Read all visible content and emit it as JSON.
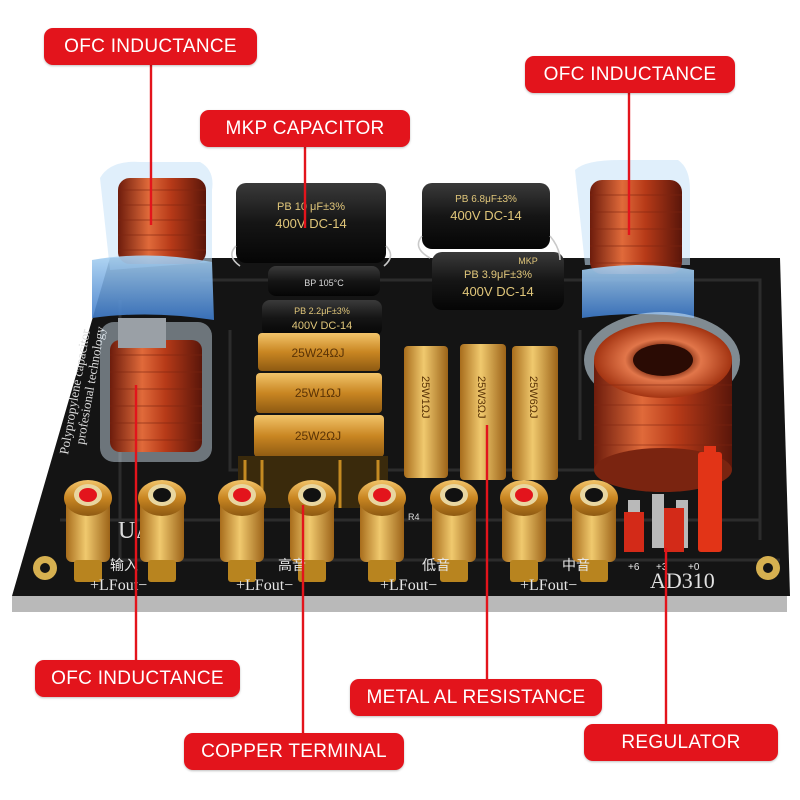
{
  "callouts": {
    "ofc_left_top": "OFC INDUCTANCE",
    "ofc_right_top": "OFC INDUCTANCE",
    "mkp_capacitor": "MKP CAPACITOR",
    "ofc_bottom_left": "OFC INDUCTANCE",
    "metal_al_resistance": "METAL AL RESISTANCE",
    "copper_terminal": "COPPER TERMINAL",
    "regulator": "REGULATOR"
  },
  "board": {
    "model": "AD310",
    "silkscreen_side_1": "Polypropylene capacitor",
    "silkscreen_side_2": "profesional technology",
    "terminal_labels": [
      "输入",
      "高音",
      "低音",
      "中音"
    ],
    "terminal_polarity": "+LFout−",
    "regulator_labels": [
      "+6",
      "+3",
      "+0"
    ],
    "brand_fragment": "UA",
    "r4_label": "R4"
  },
  "capacitors": [
    {
      "line1": "PB 10 μF±3%",
      "line2": "400V DC-14"
    },
    {
      "line1": "PB 6.8μF±3%",
      "line2": "400V DC-14"
    },
    {
      "line1": "PB 3.9μF±3%",
      "line2": "400V DC-14",
      "brand": "MKP"
    },
    {
      "line1": "PB 2.2μF±3%",
      "line2": "400V DC-14"
    },
    {
      "line1": "BP 105°C",
      "line2": ""
    }
  ],
  "resistors": [
    "25W24ΩJ",
    "25W1ΩJ",
    "25W2ΩJ",
    "25W1ΩJ",
    "25W3ΩJ",
    "25W6ΩJ"
  ],
  "colors": {
    "callout_red": "#e3141c",
    "board_black": "#141414",
    "coil_copper": "#c4441f",
    "resistor_gold": "#d69a2c",
    "terminal_gold": "#d4a53a"
  }
}
